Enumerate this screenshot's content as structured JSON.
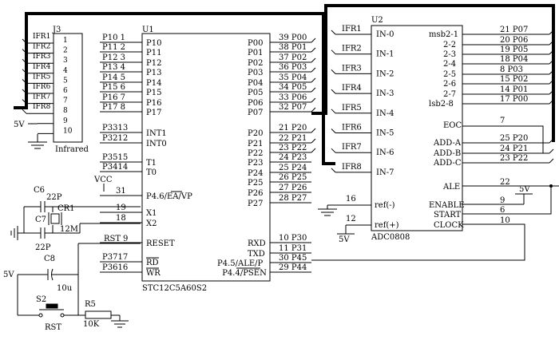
{
  "j3": {
    "ref": "J3",
    "name": "Infrared",
    "pins": [
      {
        "num": "1",
        "net": "IFR1"
      },
      {
        "num": "2",
        "net": "IFR2"
      },
      {
        "num": "3",
        "net": "IFR3"
      },
      {
        "num": "4",
        "net": "IFR4"
      },
      {
        "num": "5",
        "net": "IFR5"
      },
      {
        "num": "6",
        "net": "IFR6"
      },
      {
        "num": "7",
        "net": "IFR7"
      },
      {
        "num": "8",
        "net": "IFR8"
      },
      {
        "num": "9",
        "net": "5V"
      },
      {
        "num": "10",
        "net": ""
      }
    ]
  },
  "u1": {
    "ref": "U1",
    "part": "STC12C5A60S2",
    "left_pins": [
      {
        "num": "1",
        "net": "P10",
        "name": "P10"
      },
      {
        "num": "2",
        "net": "P11",
        "name": "P11"
      },
      {
        "num": "3",
        "net": "P12",
        "name": "P12"
      },
      {
        "num": "4",
        "net": "P13",
        "name": "P13"
      },
      {
        "num": "5",
        "net": "P14",
        "name": "P14"
      },
      {
        "num": "6",
        "net": "P15",
        "name": "P15"
      },
      {
        "num": "7",
        "net": "P16",
        "name": "P16"
      },
      {
        "num": "8",
        "net": "P17",
        "name": "P17"
      },
      {
        "num": "13",
        "net": "P33",
        "name": "INT1"
      },
      {
        "num": "12",
        "net": "P32",
        "name": "INT0"
      },
      {
        "num": "15",
        "net": "P35",
        "name": "T1"
      },
      {
        "num": "14",
        "net": "P34",
        "name": "T0"
      },
      {
        "num": "31",
        "net": "VCC",
        "name": "P4.6/EA/VP"
      },
      {
        "num": "19",
        "net": "",
        "name": "X1"
      },
      {
        "num": "18",
        "net": "",
        "name": "X2"
      },
      {
        "num": "9",
        "net": "RST",
        "name": "RESET"
      },
      {
        "num": "17",
        "net": "P37",
        "name": "RD"
      },
      {
        "num": "16",
        "net": "P36",
        "name": "WR"
      }
    ],
    "right_pins": [
      {
        "num": "39",
        "net": "P00",
        "name": "P00"
      },
      {
        "num": "38",
        "net": "P01",
        "name": "P01"
      },
      {
        "num": "37",
        "net": "P02",
        "name": "P02"
      },
      {
        "num": "36",
        "net": "P03",
        "name": "P03"
      },
      {
        "num": "35",
        "net": "P04",
        "name": "P04"
      },
      {
        "num": "34",
        "net": "P05",
        "name": "P05"
      },
      {
        "num": "33",
        "net": "P06",
        "name": "P06"
      },
      {
        "num": "32",
        "net": "P07",
        "name": "P07"
      },
      {
        "num": "21",
        "net": "P20",
        "name": "P20"
      },
      {
        "num": "22",
        "net": "P21",
        "name": "P21"
      },
      {
        "num": "23",
        "net": "P22",
        "name": "P22"
      },
      {
        "num": "24",
        "net": "P23",
        "name": "P23"
      },
      {
        "num": "25",
        "net": "P24",
        "name": "P24"
      },
      {
        "num": "26",
        "net": "P25",
        "name": "P25"
      },
      {
        "num": "27",
        "net": "P26",
        "name": "P26"
      },
      {
        "num": "28",
        "net": "P27",
        "name": "P27"
      },
      {
        "num": "10",
        "net": "P30",
        "name": "RXD"
      },
      {
        "num": "11",
        "net": "P31",
        "name": "TXD"
      },
      {
        "num": "30",
        "net": "P45",
        "name": "P4.5/ALE/P"
      },
      {
        "num": "29",
        "net": "P44",
        "name": "P4.4/PSEN"
      }
    ]
  },
  "u2": {
    "ref": "U2",
    "part": "ADC0808",
    "left_pins": [
      {
        "num": "",
        "net": "IFR1",
        "name": "IN-0"
      },
      {
        "num": "",
        "net": "IFR2",
        "name": "IN-1"
      },
      {
        "num": "",
        "net": "IFR3",
        "name": "IN-2"
      },
      {
        "num": "",
        "net": "IFR4",
        "name": "IN-3"
      },
      {
        "num": "",
        "net": "IFR5",
        "name": "IN-4"
      },
      {
        "num": "",
        "net": "IFR6",
        "name": "IN-5"
      },
      {
        "num": "",
        "net": "IFR7",
        "name": "IN-6"
      },
      {
        "num": "",
        "net": "IFR8",
        "name": "IN-7"
      },
      {
        "num": "16",
        "net": "",
        "name": "ref(-)"
      },
      {
        "num": "12",
        "net": "5V",
        "name": "ref(+)"
      }
    ],
    "right_pins": [
      {
        "num": "21",
        "net": "P07",
        "name": "msb2-1"
      },
      {
        "num": "20",
        "net": "P06",
        "name": "2-2"
      },
      {
        "num": "19",
        "net": "P05",
        "name": "2-3"
      },
      {
        "num": "18",
        "net": "P04",
        "name": "2-4"
      },
      {
        "num": "8",
        "net": "P03",
        "name": "2-5"
      },
      {
        "num": "15",
        "net": "P02",
        "name": "2-6"
      },
      {
        "num": "14",
        "net": "P01",
        "name": "2-7"
      },
      {
        "num": "17",
        "net": "P00",
        "name": "lsb2-8"
      },
      {
        "num": "7",
        "net": "",
        "name": "EOC"
      },
      {
        "num": "25",
        "net": "P20",
        "name": "ADD-A"
      },
      {
        "num": "24",
        "net": "P21",
        "name": "ADD-B"
      },
      {
        "num": "23",
        "net": "P22",
        "name": "ADD-C"
      },
      {
        "num": "22",
        "net": "",
        "name": "ALE"
      },
      {
        "num": "9",
        "net": "5V",
        "name": "ENABLE"
      },
      {
        "num": "6",
        "net": "",
        "name": "START"
      },
      {
        "num": "10",
        "net": "",
        "name": "CLOCK"
      }
    ]
  },
  "components": {
    "c6": {
      "ref": "C6",
      "value": "22P"
    },
    "c7": {
      "ref": "C7",
      "value": "22P"
    },
    "cr1": {
      "ref": "CR1",
      "value": "12M"
    },
    "c8": {
      "ref": "C8",
      "value": "10u"
    },
    "s2": {
      "ref": "S2",
      "value": "RST"
    },
    "r5": {
      "ref": "R5",
      "value": "10K"
    }
  },
  "labels": {
    "vcc": "VCC",
    "five_v": "5V",
    "rst": "RST",
    "pin9": "9"
  }
}
